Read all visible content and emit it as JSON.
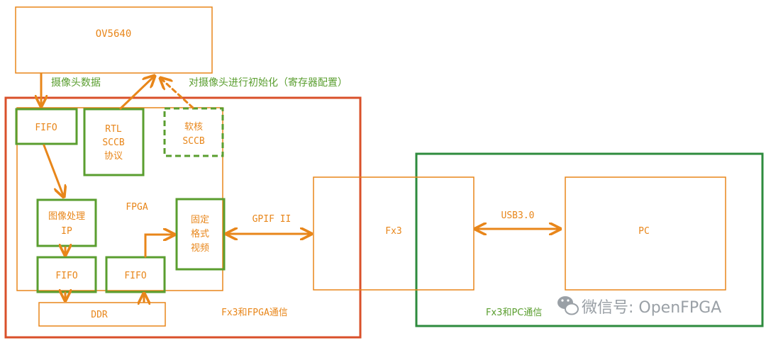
{
  "colors": {
    "orange": "#e8861a",
    "green": "#5a9e2f",
    "dark_green": "#2e8b3e",
    "red": "#d9502a",
    "watermark": "#9aa0a6"
  },
  "blocks": {
    "ov5640": "OV5640",
    "fifo_in": "FIFO",
    "rtl_sccb": [
      "RTL",
      "SCCB",
      "协议"
    ],
    "soft_sccb": [
      "软核",
      "SCCB"
    ],
    "image_ip": [
      "图像处理",
      "IP"
    ],
    "fpga": "FPGA",
    "fixed_video": [
      "固定",
      "格式",
      "视频"
    ],
    "fifo_a": "FIFO",
    "fifo_b": "FIFO",
    "ddr": "DDR",
    "fx3": "Fx3",
    "pc": "PC"
  },
  "labels": {
    "camera_data": "摄像头数据",
    "camera_init": "对摄像头进行初始化（寄存器配置）",
    "gpif": "GPIF II",
    "usb": "USB3.0",
    "fx3_fpga_comm": "Fx3和FPGA通信",
    "fx3_pc_comm": "Fx3和PC通信"
  },
  "watermark": {
    "text": "微信号: OpenFPGA",
    "icon": "wechat-icon"
  }
}
